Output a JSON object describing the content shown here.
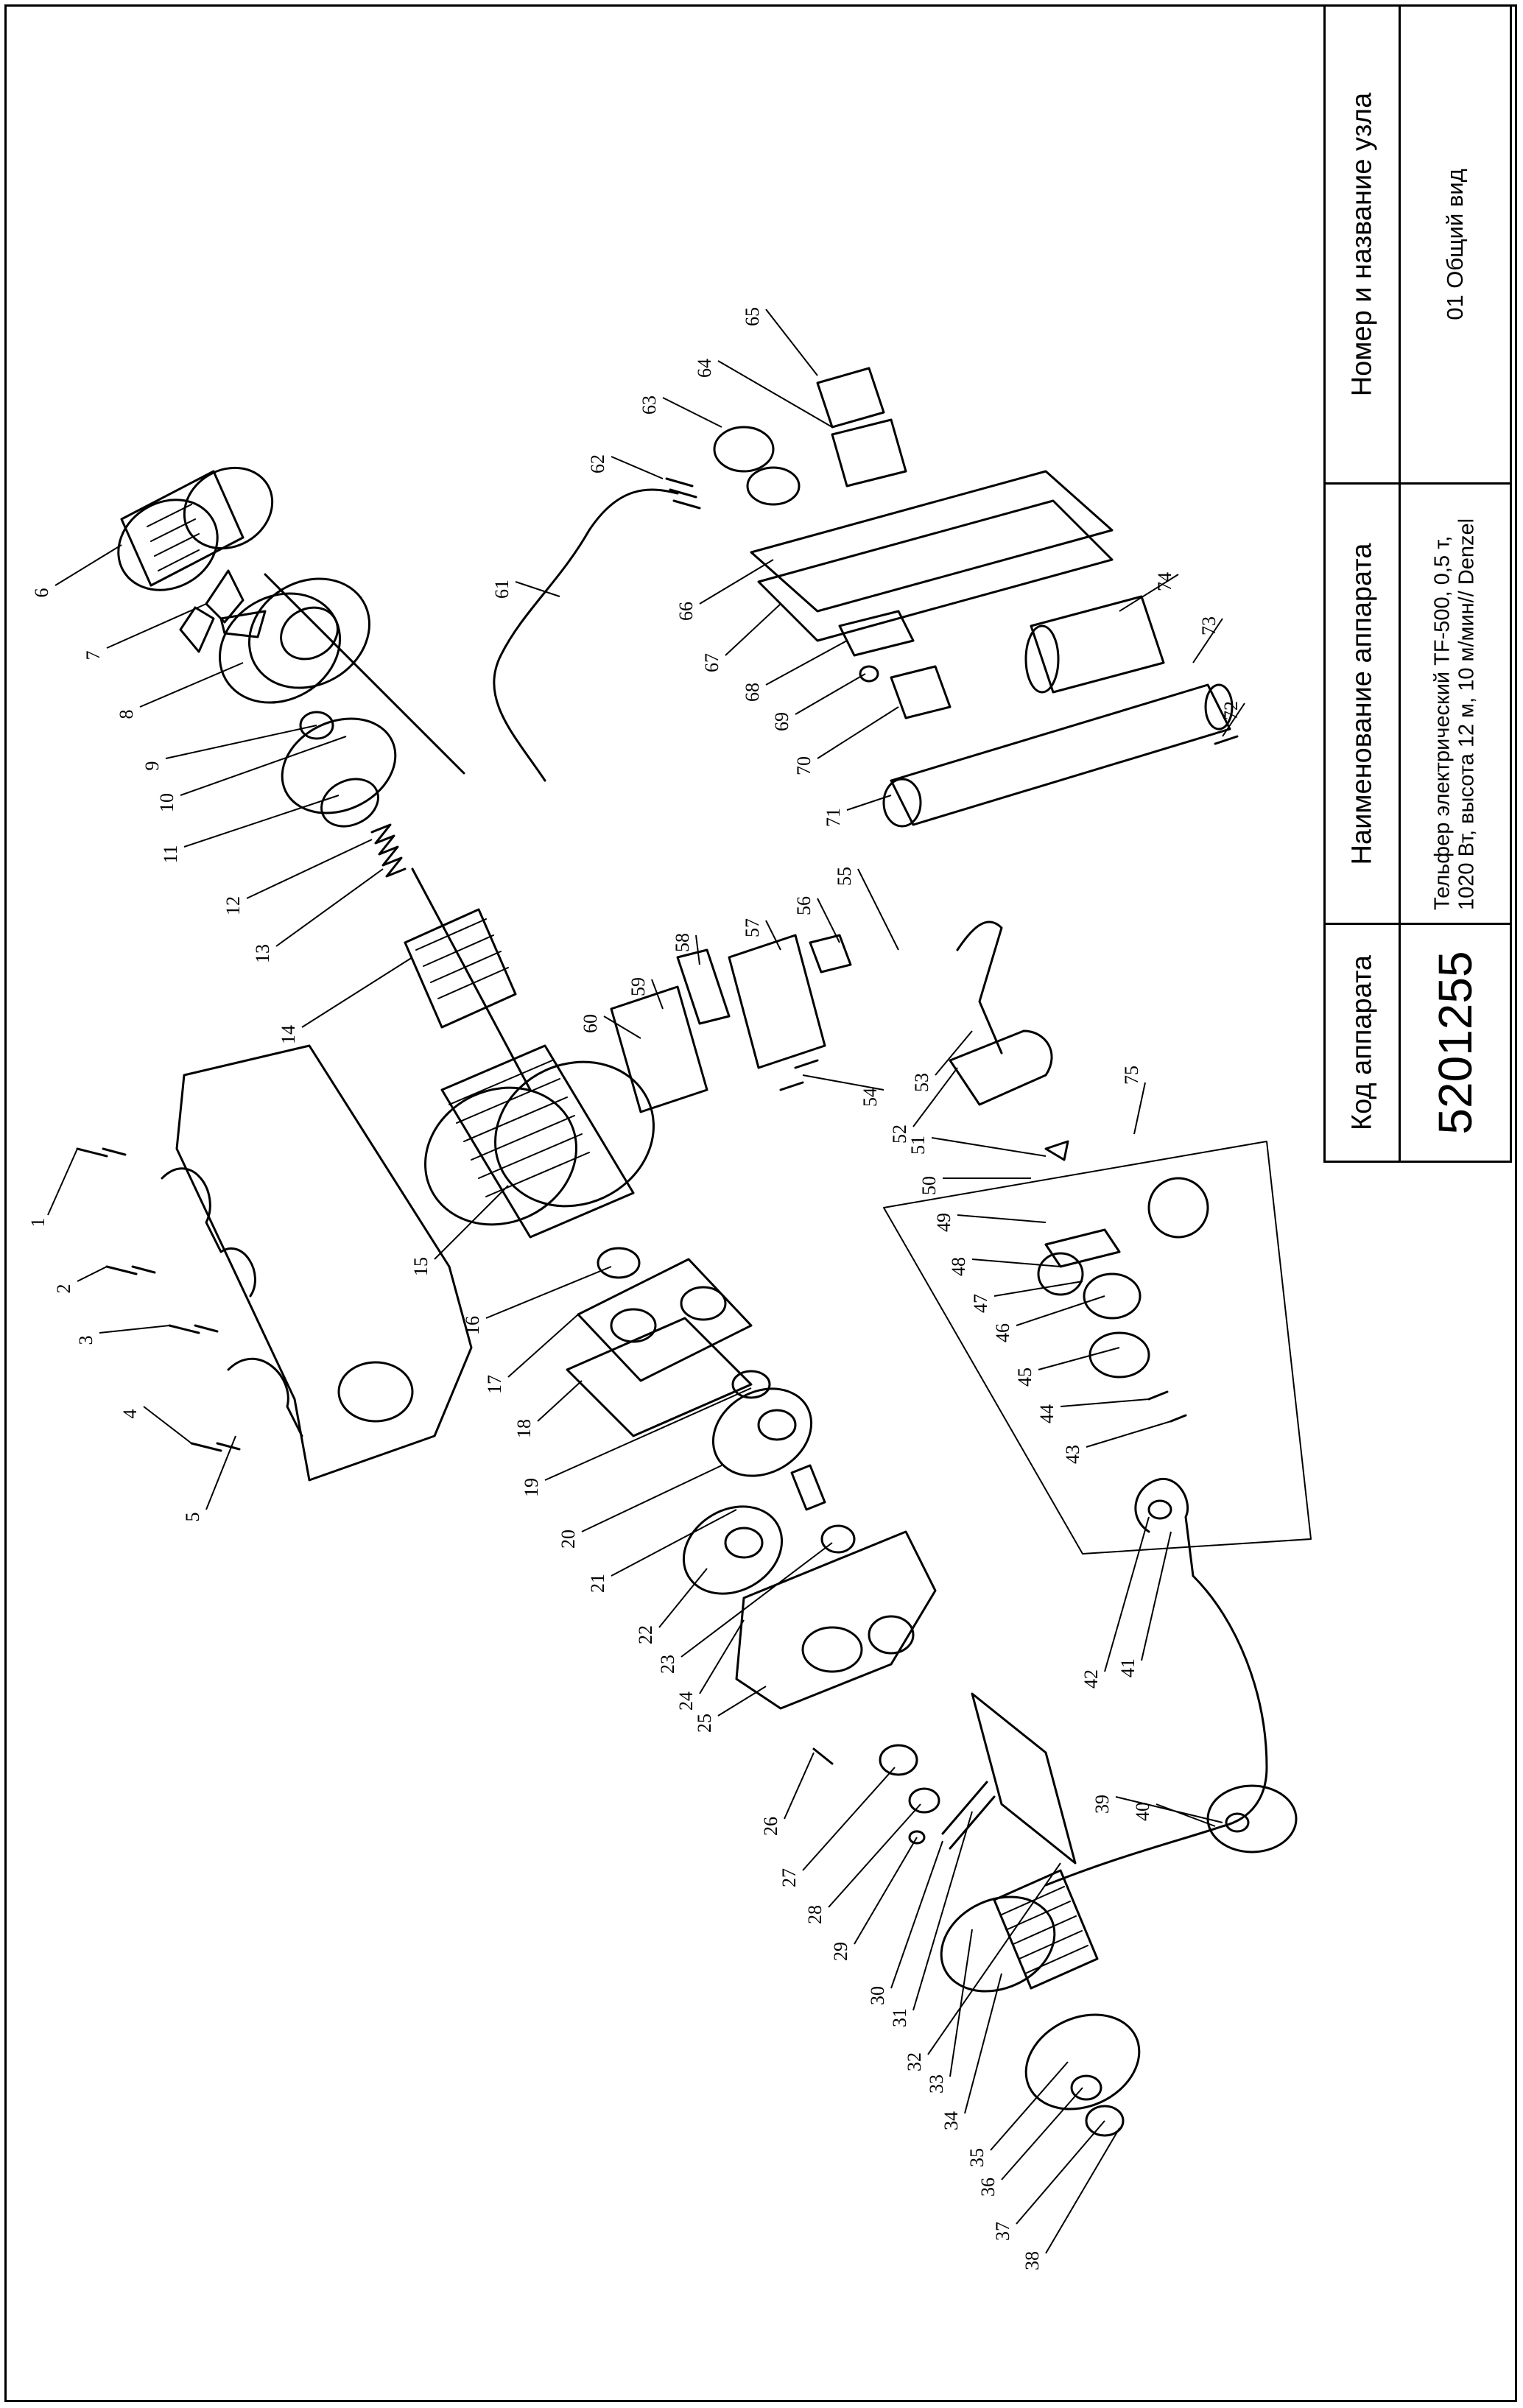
{
  "title_block": {
    "code_header": "Код аппарата",
    "code_value": "5201255",
    "name_header": "Наименование аппарата",
    "name_value": "Тельфер электрический TF-500, 0,5 т, 1020 Вт, высота 12 м, 10 м/мин// Denzel",
    "unit_header": "Номер и название узла",
    "unit_value": "01 Общий вид"
  },
  "callouts": [
    "1",
    "2",
    "3",
    "4",
    "5",
    "6",
    "7",
    "8",
    "9",
    "10",
    "11",
    "12",
    "13",
    "14",
    "15",
    "16",
    "17",
    "18",
    "19",
    "20",
    "21",
    "22",
    "23",
    "24",
    "25",
    "26",
    "27",
    "28",
    "29",
    "30",
    "31",
    "32",
    "33",
    "34",
    "35",
    "36",
    "37",
    "38",
    "39",
    "40",
    "41",
    "42",
    "43",
    "44",
    "45",
    "46",
    "47",
    "48",
    "49",
    "50",
    "51",
    "52",
    "53",
    "54",
    "55",
    "56",
    "57",
    "58",
    "59",
    "60",
    "61",
    "62",
    "63",
    "64",
    "65",
    "66",
    "67",
    "68",
    "69",
    "70",
    "71",
    "72",
    "73",
    "74",
    "75"
  ]
}
